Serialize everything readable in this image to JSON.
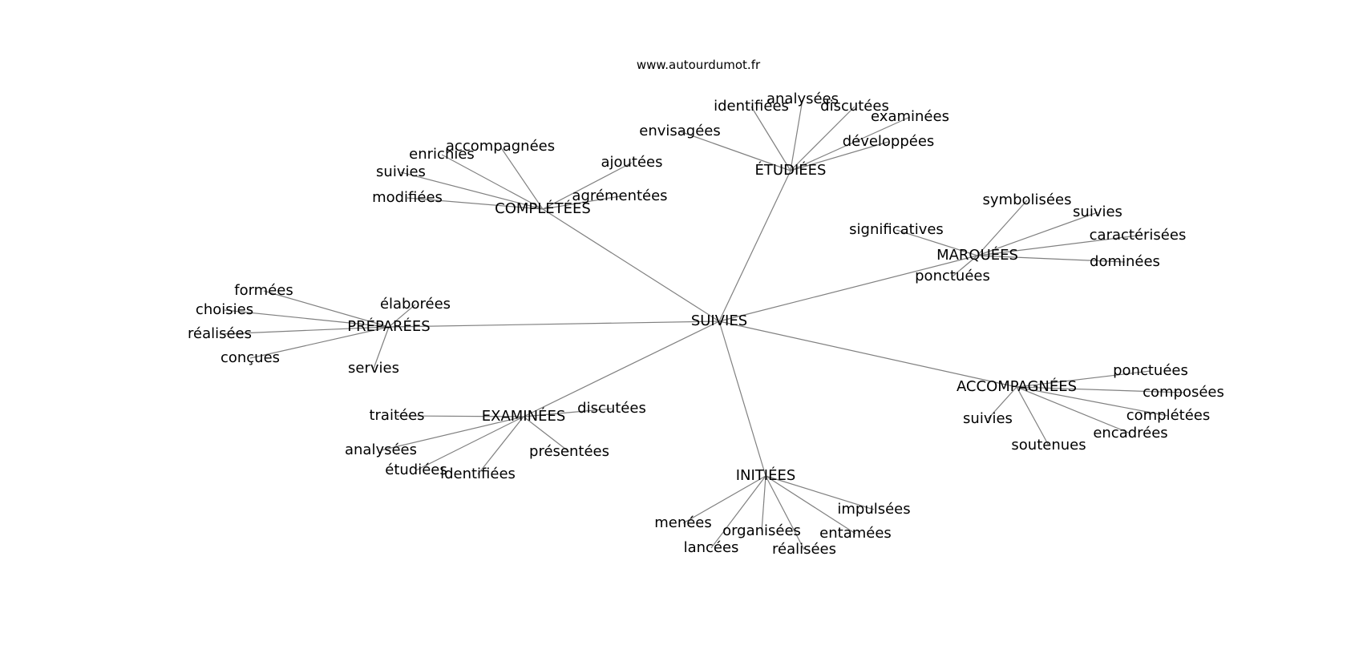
{
  "source_label": "www.autourdumot.fr",
  "center": "SUIVIES",
  "edge_color": "#808080",
  "groups": [
    {
      "hub": "ÉTUDIÉES",
      "leaves": [
        "identifiées",
        "analysées",
        "discutées",
        "examinées",
        "envisagées",
        "développées"
      ]
    },
    {
      "hub": "COMPLÉTÉES",
      "leaves": [
        "accompagnées",
        "enrichies",
        "suivies",
        "modifiées",
        "ajoutées",
        "agrémentées"
      ]
    },
    {
      "hub": "MARQUÉES",
      "leaves": [
        "symbolisées",
        "suivies",
        "caractérisées",
        "dominées",
        "significatives",
        "ponctuées"
      ]
    },
    {
      "hub": "PRÉPARÉES",
      "leaves": [
        "formées",
        "élaborées",
        "choisies",
        "réalisées",
        "conçues",
        "servies"
      ]
    },
    {
      "hub": "ACCOMPAGNÉES",
      "leaves": [
        "ponctuées",
        "composées",
        "complétées",
        "encadrées",
        "suivies",
        "soutenues"
      ]
    },
    {
      "hub": "EXAMINÉES",
      "leaves": [
        "traitées",
        "discutées",
        "analysées",
        "présentées",
        "étudiées",
        "identifiées"
      ]
    },
    {
      "hub": "INITIÉES",
      "leaves": [
        "impulsées",
        "menées",
        "organisées",
        "entamées",
        "lancées",
        "réalisées"
      ]
    }
  ]
}
